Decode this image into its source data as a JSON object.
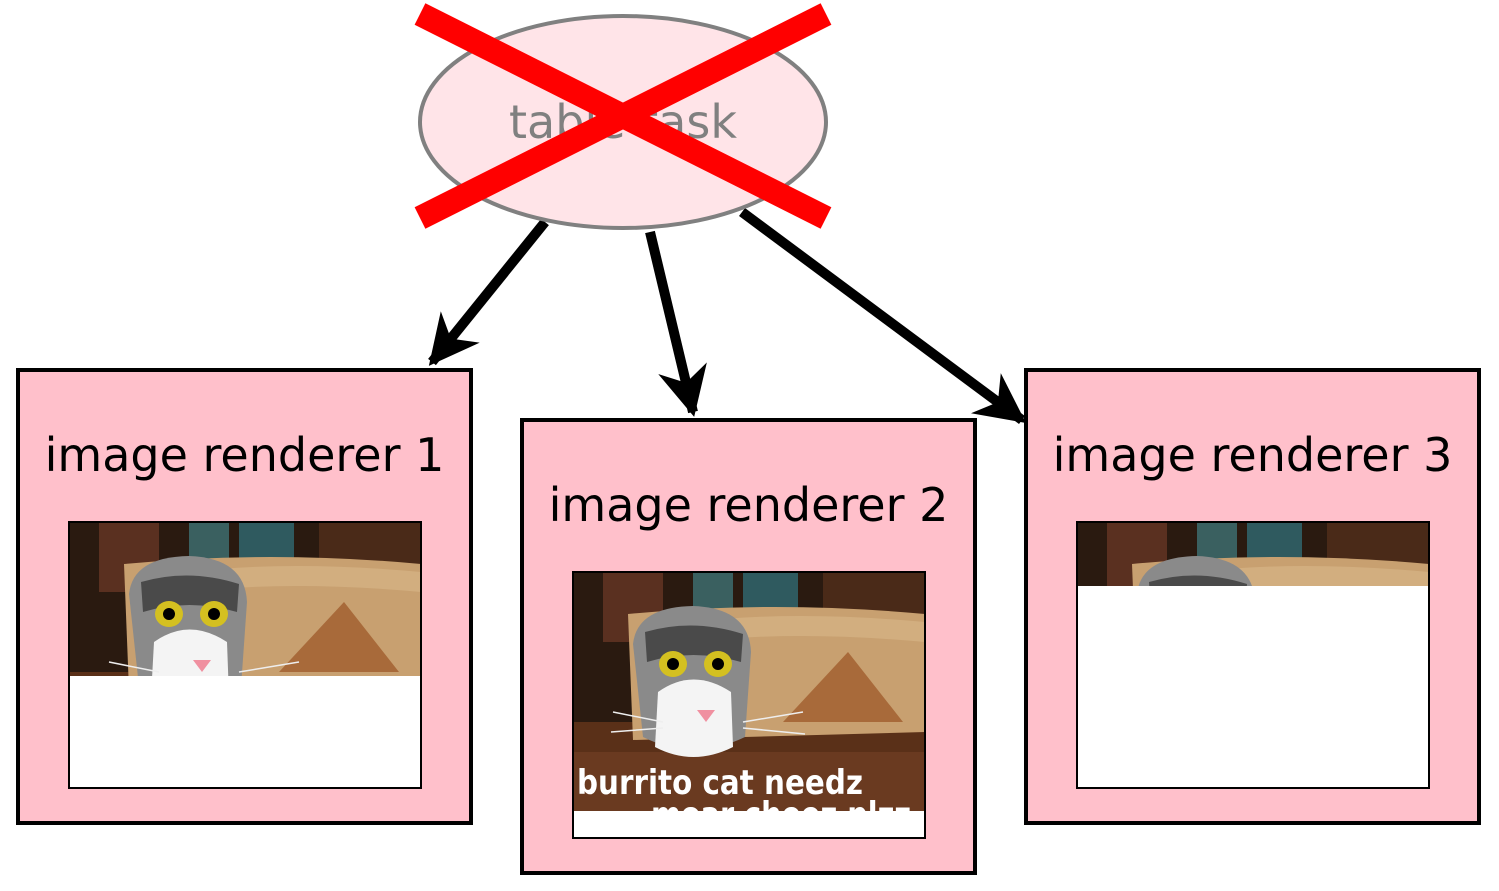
{
  "colors": {
    "task_fill": "#ffe4e8",
    "task_stroke": "#808080",
    "task_text": "#808080",
    "cross": "#ff0000",
    "box_fill": "#ffc0cb",
    "box_stroke": "#000000",
    "arrow": "#000000"
  },
  "task": {
    "label": "table task",
    "status": "crossed-out"
  },
  "renderers": [
    {
      "label": "image renderer 1",
      "render_progress": 0.58,
      "caption": []
    },
    {
      "label": "image renderer 2",
      "render_progress": 0.9,
      "caption": [
        "burrito cat needz",
        "moar cheez plzz"
      ]
    },
    {
      "label": "image renderer 3",
      "render_progress": 0.24,
      "caption": []
    }
  ],
  "image": {
    "subject": "cat-in-burrito-photo"
  }
}
